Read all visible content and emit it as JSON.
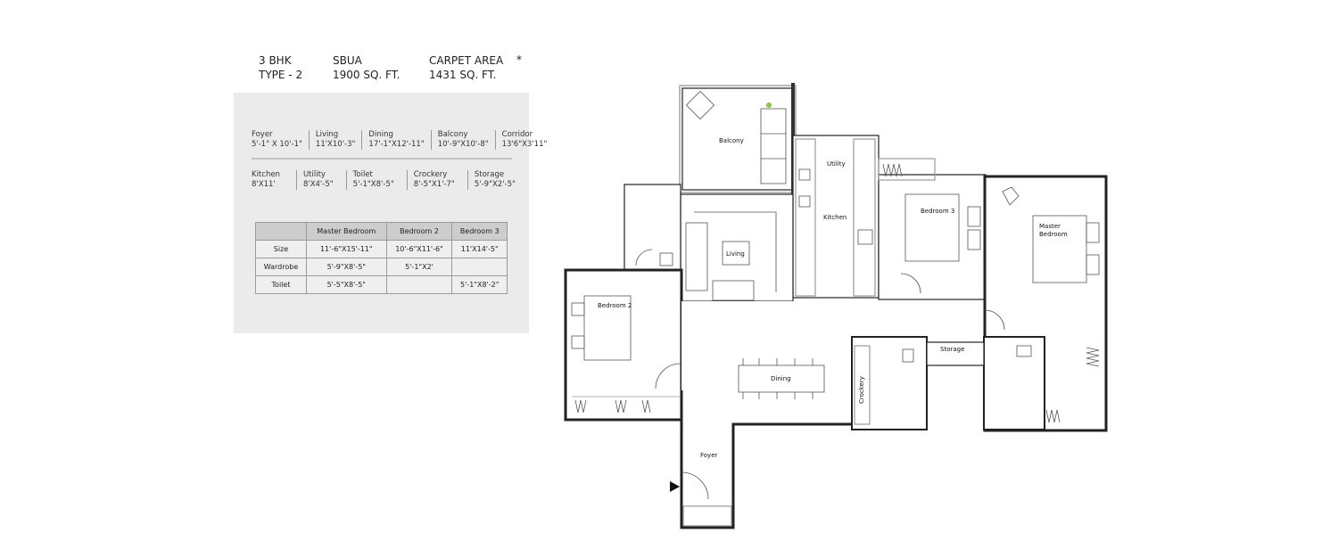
{
  "header": {
    "unit_type": "3 BHK",
    "unit_variant": "TYPE - 2",
    "sbua_label": "SBUA",
    "sbua_value": "1900 SQ. FT.",
    "carpet_label": "CARPET AREA",
    "carpet_value": "1431 SQ. FT.",
    "asterisk": "*"
  },
  "room_dimensions": {
    "row1": [
      {
        "name": "Foyer",
        "size": "5'-1\" X 10'-1\""
      },
      {
        "name": "Living",
        "size": "11'X10'-3\""
      },
      {
        "name": "Dining",
        "size": "17'-1\"X12'-11\""
      },
      {
        "name": "Balcony",
        "size": "10'-9\"X10'-8\""
      },
      {
        "name": "Corridor",
        "size": "13'6\"X3'11\""
      }
    ],
    "row2": [
      {
        "name": "Kitchen",
        "size": "8'X11'"
      },
      {
        "name": "Utility",
        "size": "8'X4'-5\""
      },
      {
        "name": "Toilet",
        "size": "5'-1\"X8'-5\""
      },
      {
        "name": "Crockery",
        "size": "8'-5\"X1'-7\""
      },
      {
        "name": "Storage",
        "size": "5'-9\"X2'-5\""
      }
    ]
  },
  "bedroom_table": {
    "headers": [
      "",
      "Master Bedroom",
      "Bedroom 2",
      "Bedroom 3"
    ],
    "rows": [
      {
        "label": "Size",
        "values": [
          "11'-6\"X15'-11\"",
          "10'-6\"X11'-6\"",
          "11'X14'-5\""
        ]
      },
      {
        "label": "Wardrobe",
        "values": [
          "5'-9\"X8'-5\"",
          "5'-1\"X2'",
          ""
        ]
      },
      {
        "label": "Toilet",
        "values": [
          "5'-5\"X8'-5\"",
          "",
          "5'-1\"X8'-2\""
        ]
      }
    ]
  },
  "floor_plan": {
    "labels": {
      "balcony": "Balcony",
      "utility": "Utility",
      "kitchen": "Kitchen",
      "living": "Living",
      "bedroom3": "Bedroom 3",
      "master_line1": "Master",
      "master_line2": "Bedroom",
      "bedroom2": "Bedroom 2",
      "dining": "Dining",
      "crockery": "Crockery",
      "storage": "Storage",
      "foyer": "Foyer"
    },
    "colors": {
      "wall_fill": "#d4d4d4",
      "wall_stroke": "#222222",
      "furniture": "#555555",
      "plant": "#8bc34a"
    }
  }
}
